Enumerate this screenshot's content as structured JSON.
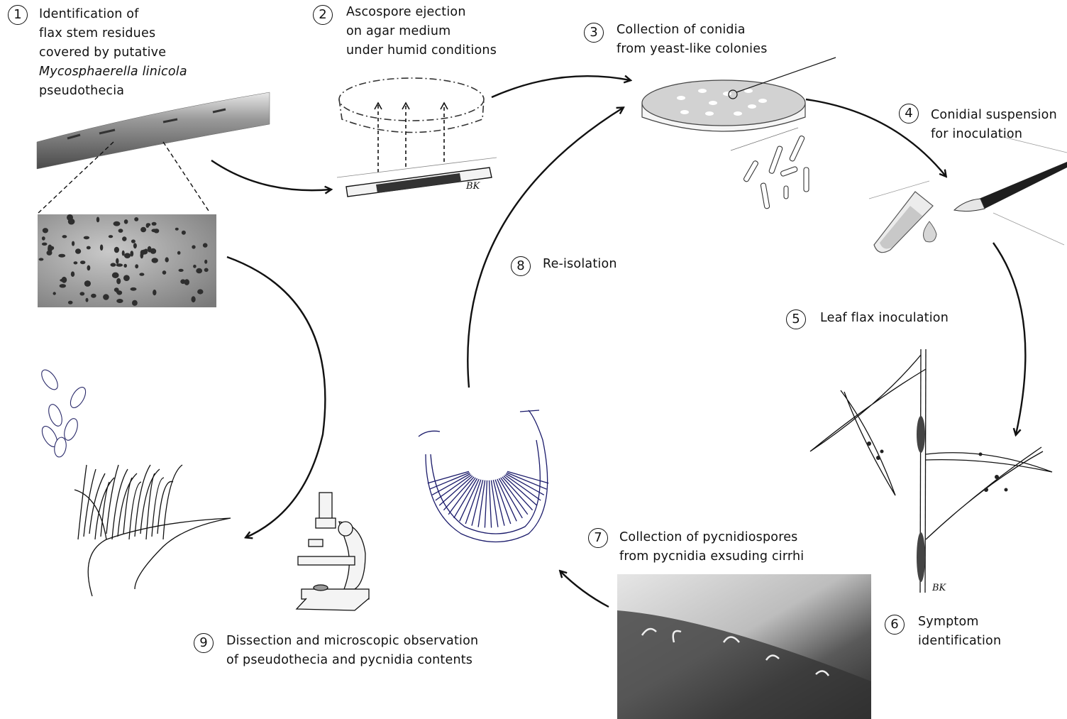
{
  "steps": [
    {
      "number": "1",
      "lines": [
        "Identification of",
        "flax stem residues",
        "covered by putative"
      ],
      "italic_line": "Mycosphaerella linicola",
      "last_line": "pseudothecia"
    },
    {
      "number": "2",
      "lines": [
        "Ascospore ejection",
        "on agar medium",
        "under humid conditions"
      ]
    },
    {
      "number": "3",
      "lines": [
        "Collection of conidia",
        "from yeast-like colonies"
      ]
    },
    {
      "number": "4",
      "lines": [
        "Conidial suspension",
        "for inoculation"
      ]
    },
    {
      "number": "5",
      "lines": [
        "Leaf flax inoculation"
      ]
    },
    {
      "number": "6",
      "lines": [
        "Symptom",
        "identification"
      ]
    },
    {
      "number": "7",
      "lines": [
        "Collection of pycnidiospores",
        "from pycnidia exsuding cirrhi"
      ]
    },
    {
      "number": "8",
      "lines": [
        "Re-isolation"
      ]
    },
    {
      "number": "9",
      "lines": [
        "Dissection and microscopic observation",
        "of pseudothecia and pycnidia contents"
      ]
    }
  ],
  "signature": "BK",
  "colors": {
    "ink": "#111111",
    "photo_dark": "#3a3a3a",
    "photo_light": "#cfcfcf",
    "agar": "#d2d2d2"
  }
}
